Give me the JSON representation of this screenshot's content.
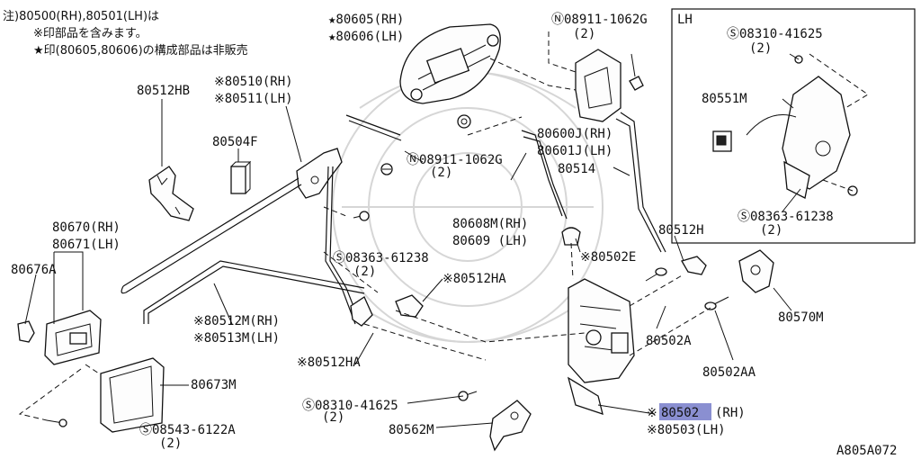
{
  "notes": {
    "line1": "注)80500(RH),80501(LH)は",
    "line2": "※印部品を含みます。",
    "line3": "★印(80605,80606)の構成部品は非販売"
  },
  "labels": {
    "p80605": "★80605(RH)",
    "p80606": "★80606(LH)",
    "n_top": "Ⓝ08911-1062G",
    "n_top_qty": "(2)",
    "lh": "LH",
    "s_41625_top": "Ⓢ08310-41625",
    "s_41625_top_qty": "(2)",
    "p80512HB": "80512HB",
    "p80510": "※80510(RH)",
    "p80511": "※80511(LH)",
    "p80504F": "80504F",
    "p80551M": "80551M",
    "p80600J": "80600J(RH)",
    "p80601J": "80601J(LH)",
    "n_mid": "Ⓝ08911-1062G",
    "n_mid_qty": "(2)",
    "p80514": "80514",
    "p80608M": "80608M(RH)",
    "p80609": "80609 (LH)",
    "s_61238_right": "Ⓢ08363-61238",
    "s_61238_right_qty": "(2)",
    "p80670": "80670(RH)",
    "p80671": "80671(LH)",
    "p80512H": "80512H",
    "s_61238_left": "Ⓢ08363-61238",
    "s_61238_left_qty": "(2)",
    "p80502E": "※80502E",
    "p80676A": "80676A",
    "p80512HA_top": "※80512HA",
    "p80570M": "80570M",
    "p80512M": "※80512M(RH)",
    "p80513M": "※80513M(LH)",
    "p80502A": "80502A",
    "p80512HA_bottom": "※80512HA",
    "p80502AA": "80502AA",
    "p80673M": "80673M",
    "s_41625_bottom": "Ⓢ08310-41625",
    "s_41625_bottom_qty": "(2)",
    "p80502_prefix": "※",
    "p80502_num": "80502",
    "p80502_suffix": "(RH)",
    "p80562M": "80562M",
    "p80503": "※80503(LH)",
    "s_6122A": "Ⓢ08543-6122A",
    "s_6122A_qty": "(2)",
    "diagram_code": "A805A072"
  },
  "colors": {
    "highlight": "#8a8fd1",
    "ink": "#111111",
    "watermark": "#d6d6d6"
  }
}
